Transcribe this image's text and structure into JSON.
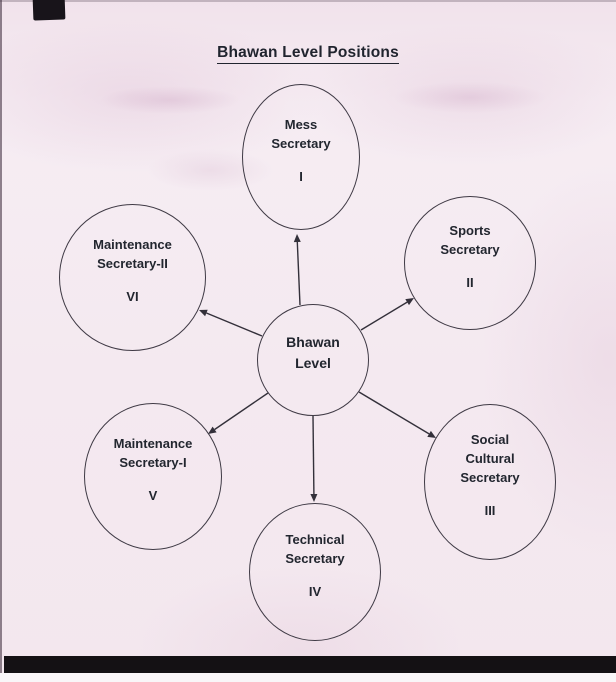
{
  "page": {
    "title": "Bhawan Level Positions"
  },
  "center_node": {
    "line1": "Bhawan",
    "line2": "Level"
  },
  "nodes": {
    "mess": {
      "line1": "Mess",
      "line2": "Secretary",
      "numeral": "I"
    },
    "sports": {
      "line1": "Sports",
      "line2": "Secretary",
      "numeral": "II"
    },
    "social": {
      "line1": "Social",
      "line2": "Cultural",
      "line3": "Secretary",
      "numeral": "III"
    },
    "technical": {
      "line1": "Technical",
      "line2": "Secretary",
      "numeral": "IV"
    },
    "maintenance_i": {
      "line1": "Maintenance",
      "line2": "Secretary-I",
      "numeral": "V"
    },
    "maintenance_ii": {
      "line1": "Maintenance",
      "line2": "Secretary-II",
      "numeral": "VI"
    }
  },
  "colors": {
    "ink": "#33303a",
    "paper": "#f4e9f0"
  }
}
